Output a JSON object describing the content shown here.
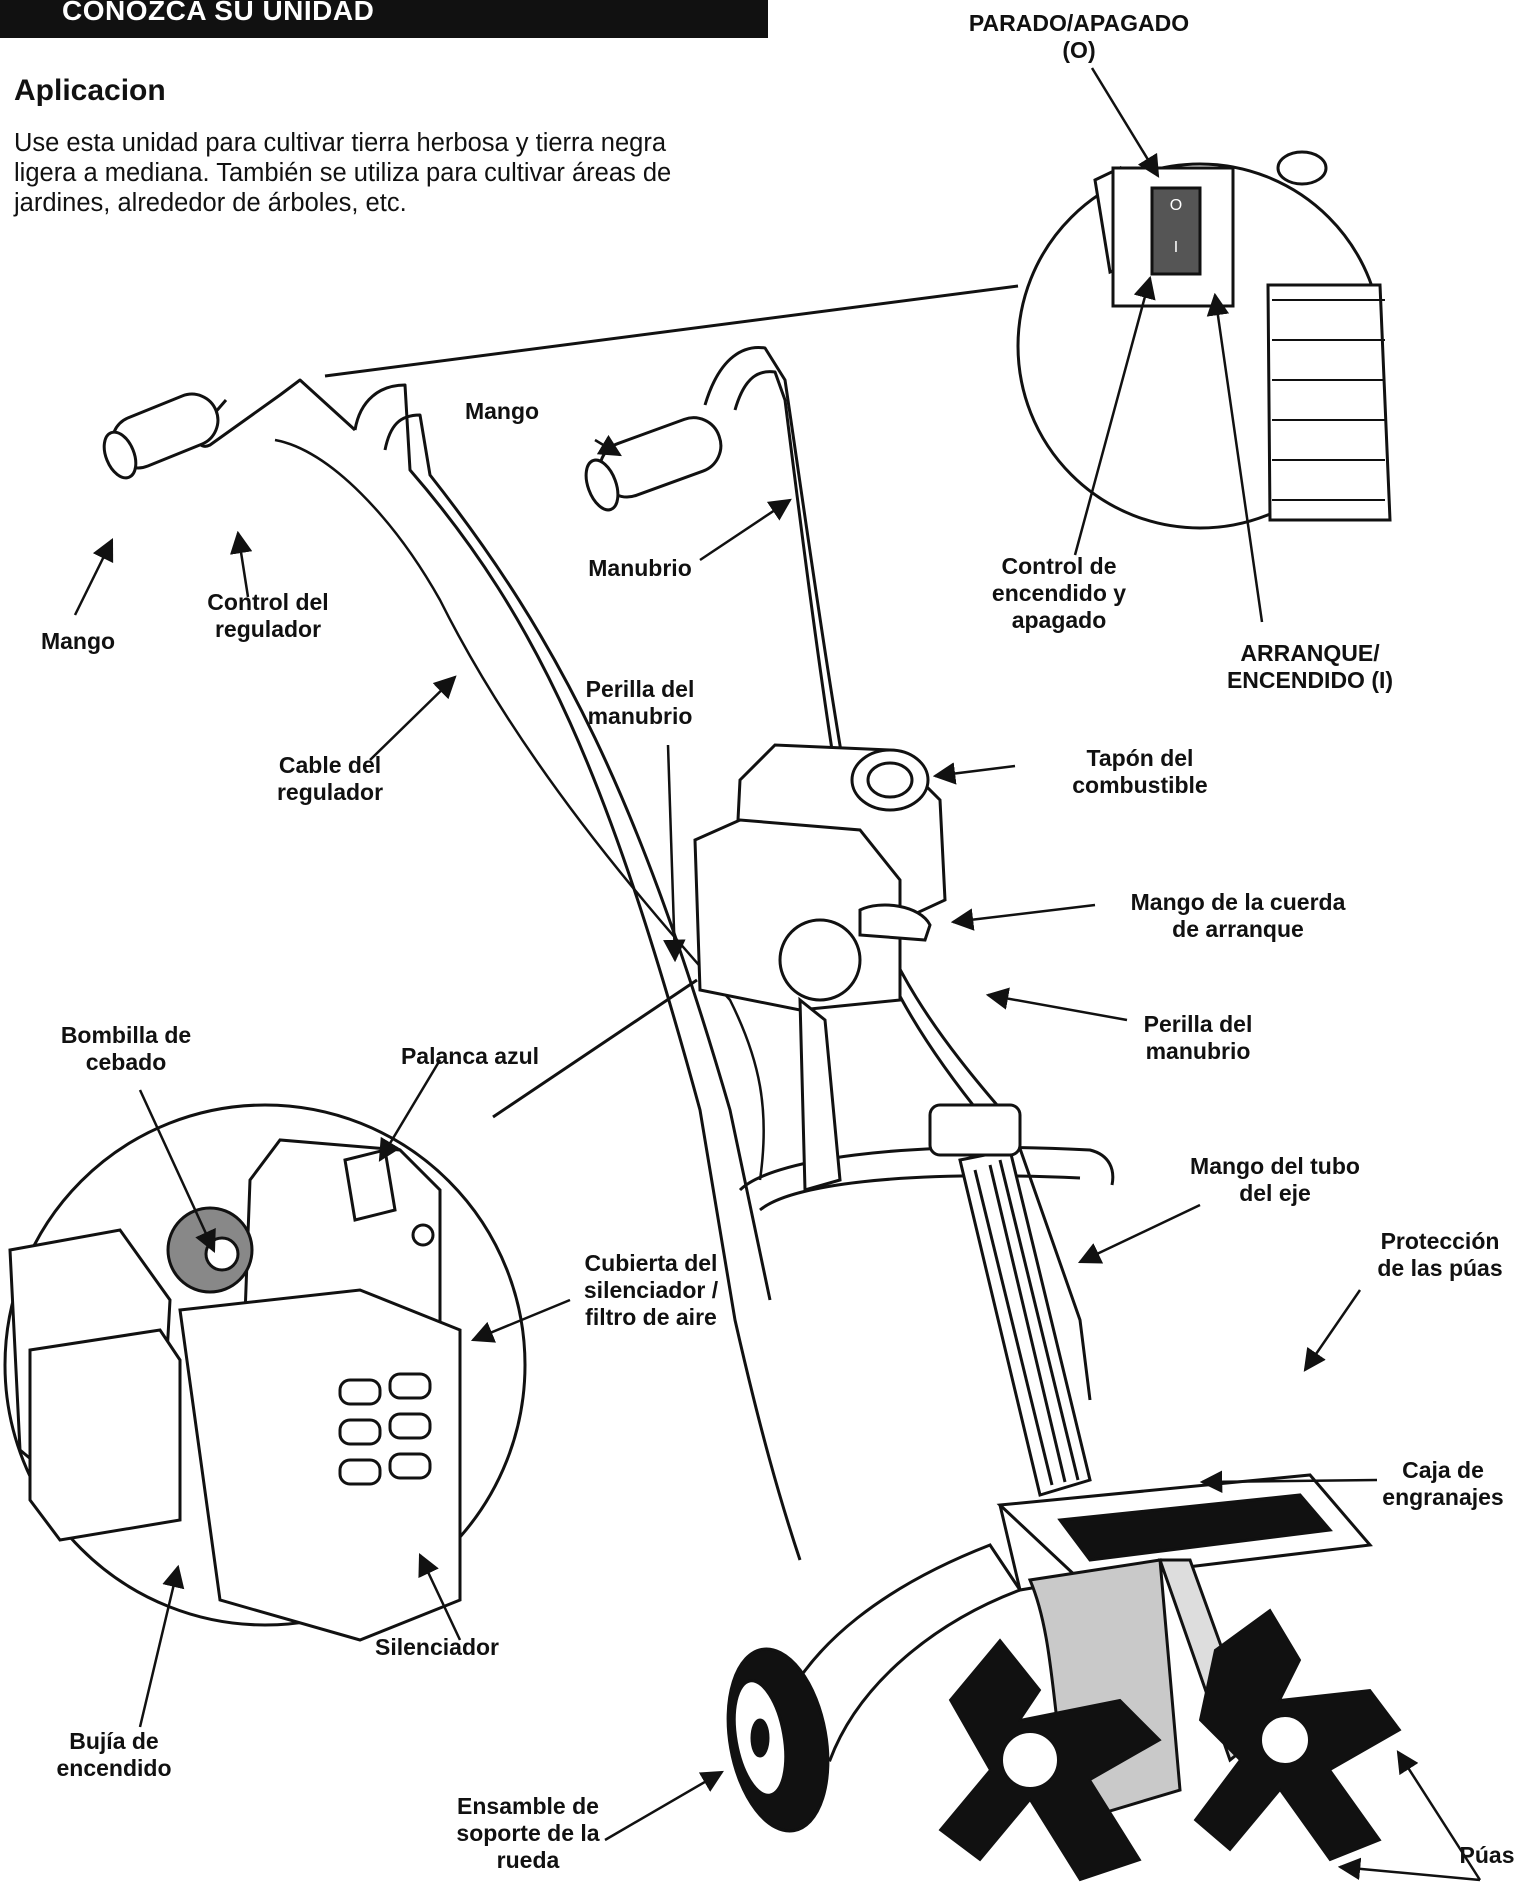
{
  "header": {
    "title": "CONOZCA SU UNIDAD"
  },
  "section": {
    "title": "Aplicacion",
    "description": "Use esta unidad para cultivar tierra herbosa y tierra negra ligera a mediana. También se utiliza para cultivar áreas de jardines, alrededor de árboles, etc."
  },
  "switch": {
    "off_symbol": "O",
    "on_symbol": "I"
  },
  "labels": {
    "parado": "PARADO/APAGADO\n(O)",
    "mango_center": "Mango",
    "mango_left": "Mango",
    "control_regulador": "Control del\nregulador",
    "manubrio": "Manubrio",
    "control_encendido": "Control de\nencendido y\napagado",
    "arranque": "ARRANQUE/\nENCENDIDO (I)",
    "perilla_top": "Perilla del\nmanubrio",
    "cable_regulador": "Cable del\nregulador",
    "tapon": "Tapón del\ncombustible",
    "mango_cuerda": "Mango de la cuerda\nde arranque",
    "perilla_right": "Perilla del\nmanubrio",
    "bombilla": "Bombilla de\ncebado",
    "palanca": "Palanca azul",
    "mango_tubo": "Mango del tubo\ndel eje",
    "proteccion": "Protección\nde las púas",
    "cubierta": "Cubierta del\nsilenciador /\nfiltro de aire",
    "caja": "Caja de\nengranajes",
    "silenciador": "Silenciador",
    "bujia": "Bujía de\nencendido",
    "ensamble": "Ensamble de\nsoporte de la\nrueda",
    "puas": "Púas"
  }
}
